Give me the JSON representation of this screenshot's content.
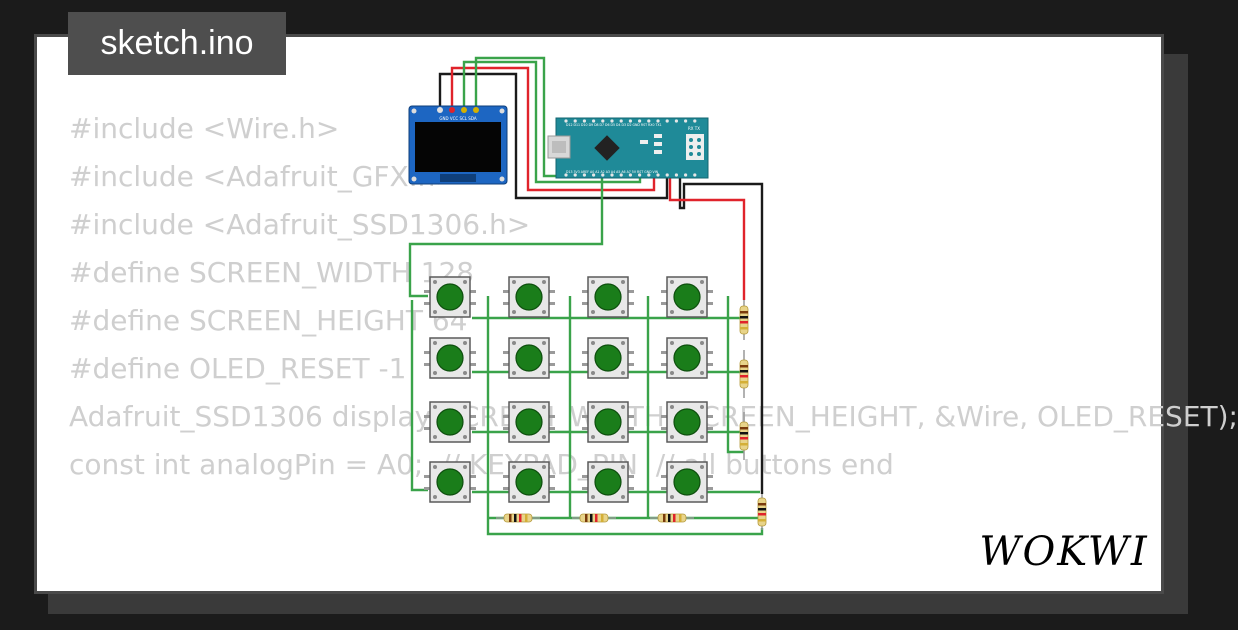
{
  "window": {
    "title": "sketch.ino"
  },
  "code_lines": [
    "#include <Wire.h>",
    "#include <Adafruit_GFX.h>",
    "#include <Adafruit_SSD1306.h>",
    "",
    "#define SCREEN_WIDTH 128",
    "#define SCREEN_HEIGHT 64",
    "#define OLED_RESET -1",
    "",
    "Adafruit_SSD1306 display(SCREEN_WIDTH, SCREEN_HEIGHT, &Wire, OLED_RESET);",
    "",
    "const int analogPin = A0;  // KEYPAD_PIN  // all buttons end"
  ],
  "oled": {
    "pin_labels": [
      "GND",
      "VCC",
      "SCL",
      "SDA"
    ]
  },
  "nano": {
    "label": "RX TX",
    "pin_top": "D12 D11 D10 D9 D8 D7 D6 D5 D4 D3 D2 GND RST RX0 TX1",
    "pin_bottom": "D13 3V3 AREF A0 A1 A2 A3 A4 A5 A6 A7 5V RST GND VIN"
  },
  "keypad": {
    "rows": 4,
    "cols": 4
  },
  "brand": {
    "logo_text": "WOKWI"
  },
  "colors": {
    "wire_red": "#e0232b",
    "wire_black": "#1a1a1a",
    "wire_green": "#3aa34a",
    "button_green": "#1a7d1a",
    "nano_teal": "#1f8a98",
    "oled_blue": "#1d66c2"
  }
}
